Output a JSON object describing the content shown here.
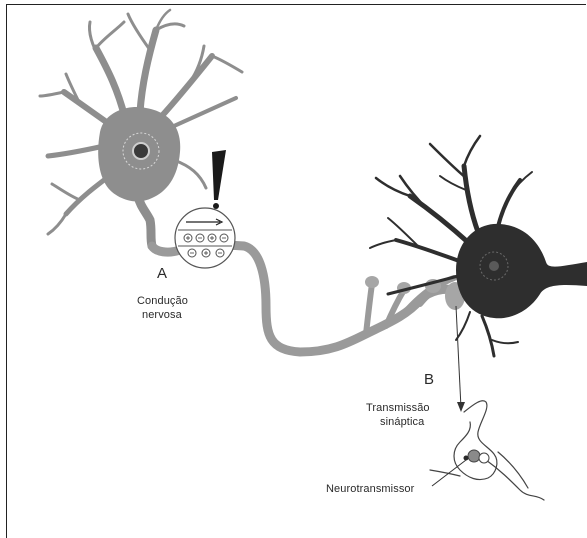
{
  "labels": {
    "a_letter": "A",
    "a_caption_line1": "Condução",
    "a_caption_line2": "nervosa",
    "b_letter": "B",
    "b_caption_line1": "Transmissão",
    "b_caption_line2": "sináptica",
    "neurotransmitter": "Neurotransmissor"
  },
  "colors": {
    "neuron_a": "#8e8e8e",
    "neuron_b": "#2e2e2e",
    "axon": "#9a9a9a",
    "stimulus": "#1a1a1a"
  }
}
